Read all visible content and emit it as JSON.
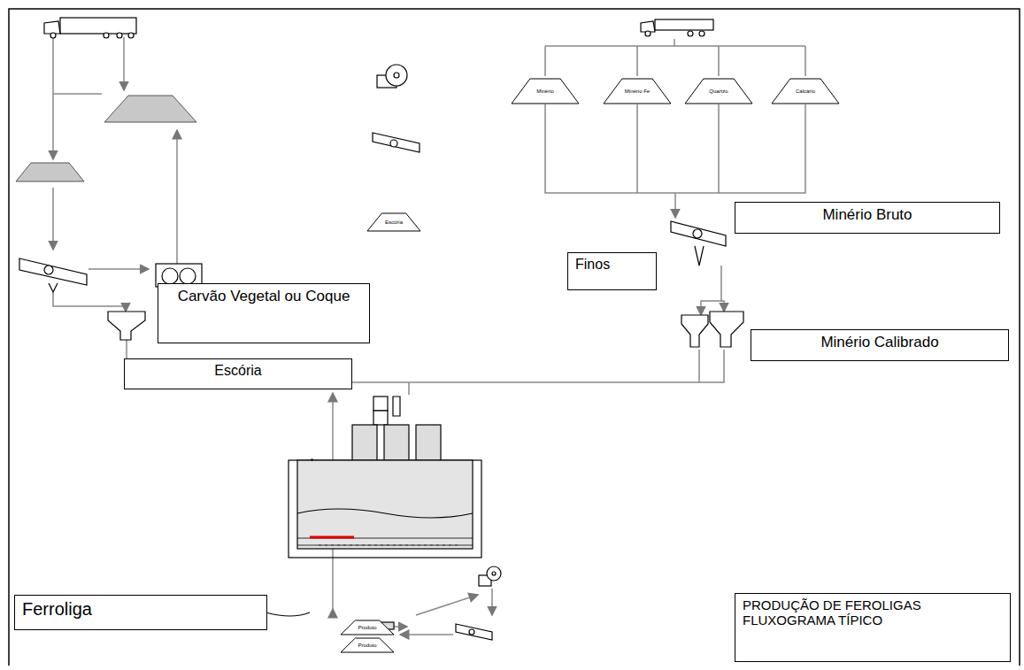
{
  "diagram": {
    "nodes": [
      {
        "text": [
          "Carvão Vegetal ou Coque"
        ]
      },
      {
        "text": [
          "Minério Bruto"
        ]
      },
      {
        "text": [
          "Finos"
        ]
      },
      {
        "text": [
          "Minério Calibrado"
        ]
      },
      {
        "text": [
          "Escória"
        ]
      },
      {
        "text": [
          "Ferroliga"
        ]
      },
      {
        "text": [
          "PRODUÇÃO DE FEROLIGAS FLUXOGRAMA TÍPICO"
        ]
      },
      {
        "text": [
          "Minério"
        ]
      },
      {
        "text": [
          "Minério Fe"
        ]
      },
      {
        "text": [
          "Quartzo"
        ]
      },
      {
        "text": [
          "Calcário"
        ]
      },
      {
        "text": [
          "Escória"
        ]
      },
      {
        "text": [
          "Produto"
        ]
      },
      {
        "text": [
          "Produto"
        ]
      }
    ]
  }
}
